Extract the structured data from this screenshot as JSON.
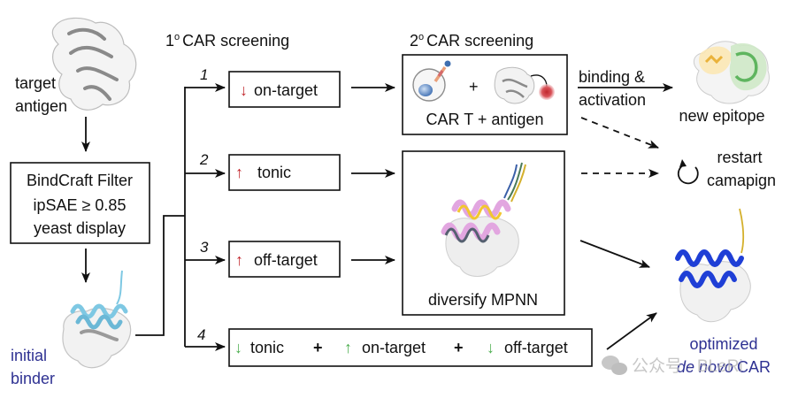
{
  "colors": {
    "decrease_red": "#c1272d",
    "increase_red": "#c1272d",
    "good_green": "#4cae4f",
    "label_blue": "#2e3192",
    "binder_cyan": "#7ec8e3",
    "optimized_blue": "#1f3fd6",
    "epitope_green": "#5fb55f",
    "epitope_yellow": "#f2c04a",
    "antigen_gray": "#bdbdbd"
  },
  "left_column": {
    "target_label_line1": "target",
    "target_label_line2": "antigen",
    "filter_box": {
      "line1": "BindCraft Filter",
      "line2": "ipSAE ≥ 0.85",
      "line3": "yeast display"
    },
    "initial_label_line1": "initial",
    "initial_label_line2": "binder"
  },
  "primary_screen": {
    "header_num": "1",
    "header_sup": "o",
    "header_text": "CAR screening",
    "branches": [
      {
        "num": "1",
        "arrow": "↓",
        "arrow_color": "red",
        "label": "on-target"
      },
      {
        "num": "2",
        "arrow": "↑",
        "arrow_color": "red",
        "label": "tonic"
      },
      {
        "num": "3",
        "arrow": "↑",
        "arrow_color": "red",
        "label": "off-target"
      },
      {
        "num": "4",
        "parts": [
          {
            "arrow": "↓",
            "label": "tonic"
          },
          {
            "sep": "+"
          },
          {
            "arrow": "↑",
            "label": "on-target"
          },
          {
            "sep": "+"
          },
          {
            "arrow": "↓",
            "label": "off-target"
          }
        ]
      }
    ]
  },
  "secondary_screen": {
    "header_num": "2",
    "header_sup": "o",
    "header_text": "CAR screening",
    "car_box_plus": "+",
    "car_box_caption": "CAR T + antigen",
    "mpnn_caption": "diversify MPNN"
  },
  "outcomes": {
    "binding_line1": "binding &",
    "binding_line2": "activation",
    "new_epitope": "new epitope",
    "restart_line1": "restart",
    "restart_line2": "camapign",
    "optimized_line1": "optimized",
    "optimized_italic": "de novo",
    "optimized_end": "CAR"
  },
  "watermark": {
    "text": "公众号 · BLeRi"
  }
}
